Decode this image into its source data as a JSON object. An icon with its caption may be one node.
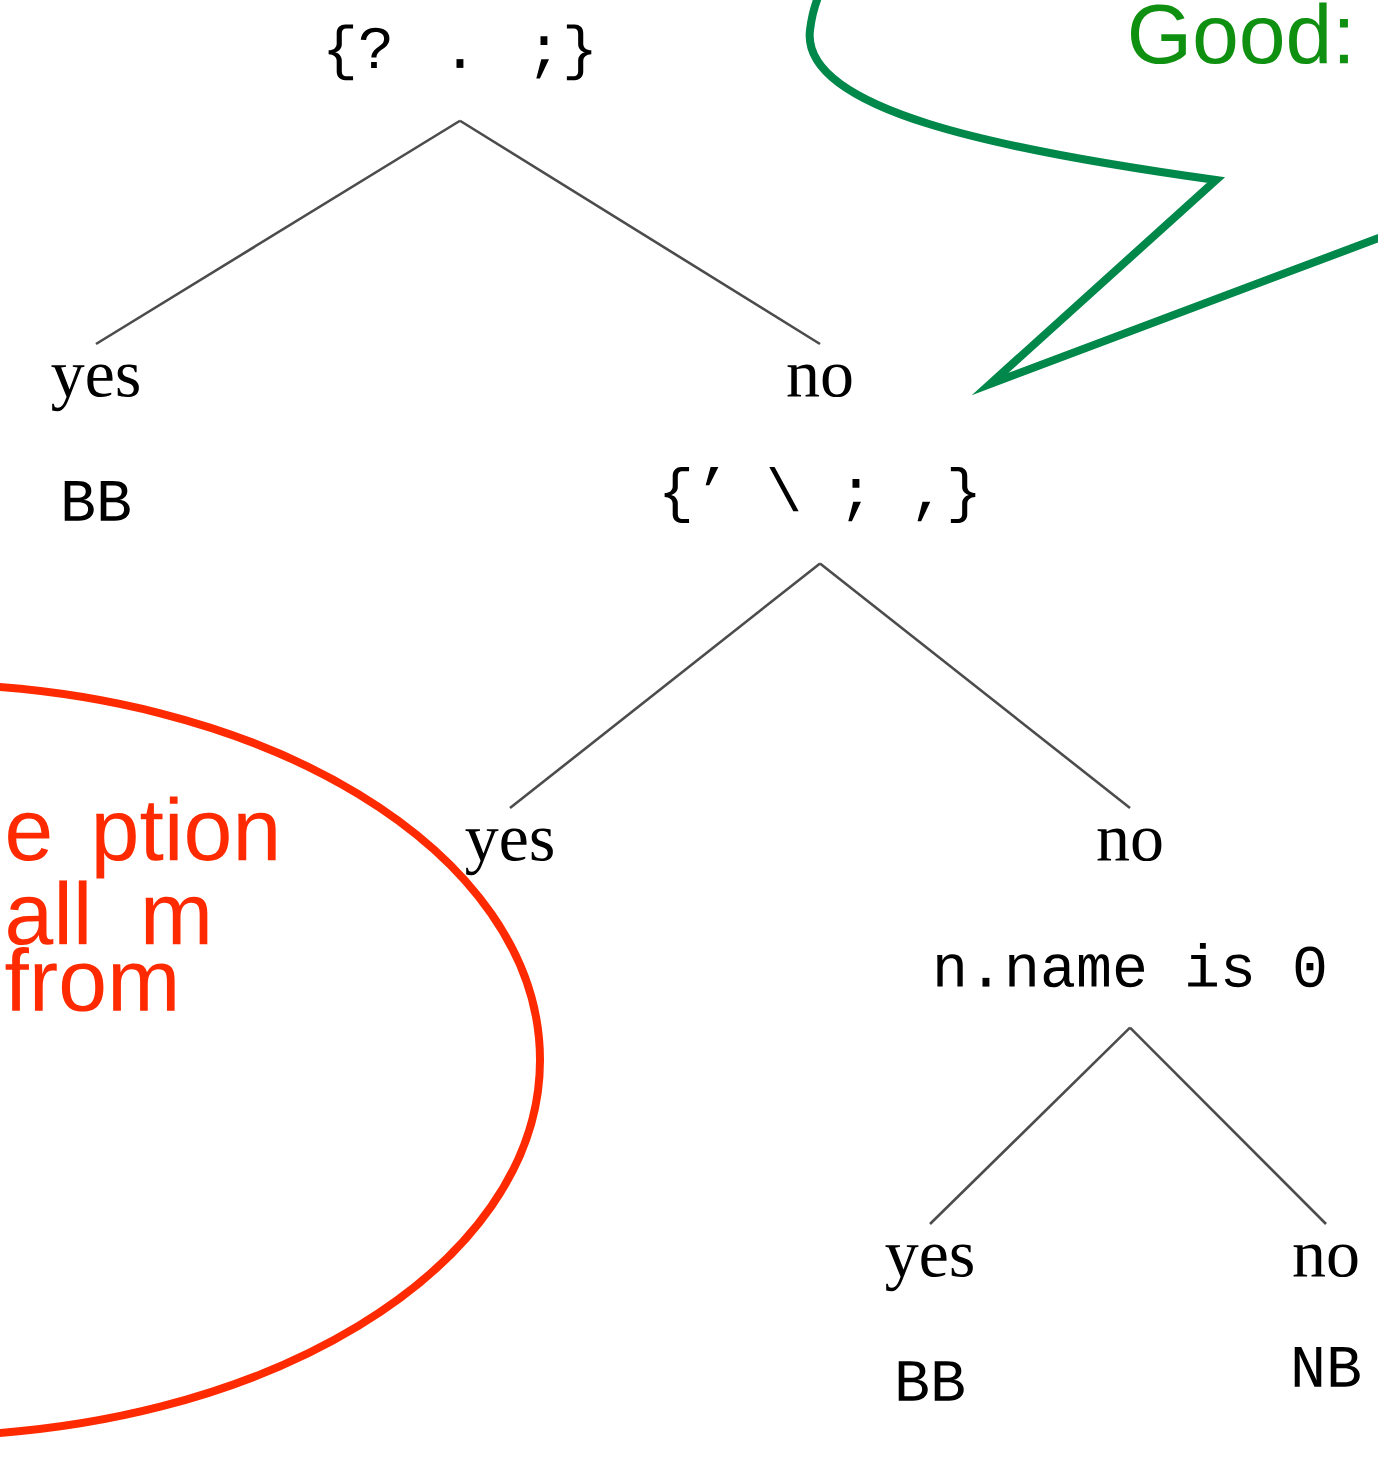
{
  "diagram": {
    "nodes": [
      {
        "text": [
          "{? . ;}"
        ]
      },
      {
        "text": [
          "yes",
          "BB"
        ]
      },
      {
        "text": [
          "no",
          "{’ \\ ; ,}"
        ]
      },
      {
        "text": [
          "yes"
        ]
      },
      {
        "text": [
          "no",
          "n.name is 0"
        ]
      },
      {
        "text": [
          "yes",
          "BB"
        ]
      },
      {
        "text": [
          "no",
          "NB"
        ]
      },
      {
        "text": [
          "Good:"
        ]
      },
      {
        "text": [
          "e ption all m from"
        ]
      }
    ],
    "edges": [
      {
        "from": 0,
        "to": 1,
        "arrow": "none"
      },
      {
        "from": 0,
        "to": 2,
        "arrow": "none"
      },
      {
        "from": 2,
        "to": 3,
        "arrow": "none"
      },
      {
        "from": 2,
        "to": 4,
        "arrow": "none"
      },
      {
        "from": 4,
        "to": 5,
        "arrow": "none"
      },
      {
        "from": 4,
        "to": 6,
        "arrow": "none"
      }
    ]
  }
}
